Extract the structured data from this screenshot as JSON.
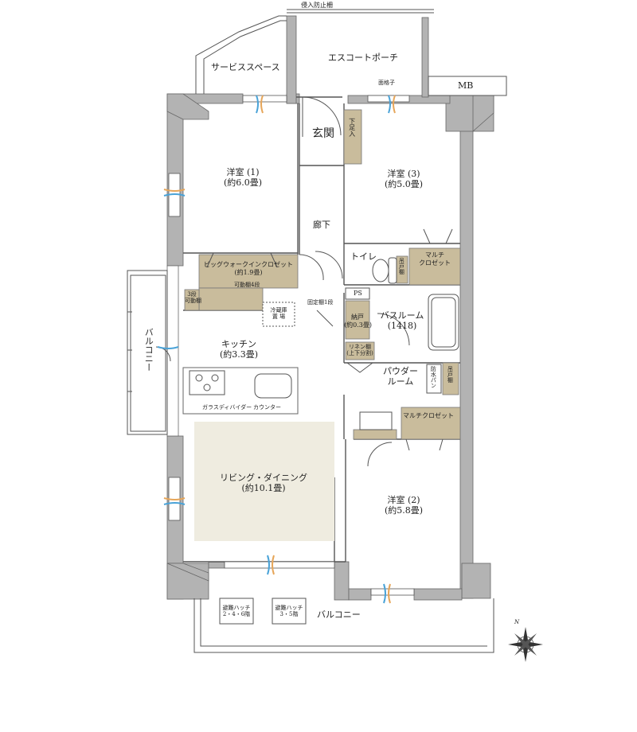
{
  "top_labels": {
    "intrusion_fence": "侵入防止柵",
    "service_space": "サービススペース",
    "escort_porch": "エスコートポーチ",
    "lattice": "面格子",
    "mb": "MB"
  },
  "rooms": {
    "bedroom1": {
      "name": "洋室 (1)",
      "size": "(約6.0畳)"
    },
    "bedroom3": {
      "name": "洋室 (3)",
      "size": "(約5.0畳)"
    },
    "bedroom2": {
      "name": "洋室 (2)",
      "size": "(約5.8畳)"
    },
    "entrance": "玄関",
    "shoe_box": "下足入",
    "hallway": "廊下",
    "toilet": "トイレ",
    "toilet_shelf": "吊戸棚",
    "multi_closet1": {
      "line1": "マルチ",
      "line2": "クロゼット"
    },
    "walk_in_closet": {
      "name": "ビッグウォークインクロゼット",
      "size": "(約1.9畳)",
      "shelf": "可動棚4段"
    },
    "movable_shelf_3": {
      "line1": "3段",
      "line2": "可動棚"
    },
    "ps": "PS",
    "fixed_shelf": "固定棚1段",
    "fridge": {
      "line1": "冷蔵庫",
      "line2": "置 場"
    },
    "storage": {
      "name": "納戸",
      "size": "(約0.3畳)"
    },
    "bathroom": {
      "name": "バスルーム",
      "size": "(1418)"
    },
    "linen": {
      "line1": "リネン棚",
      "line2": "(上下分割)"
    },
    "powder_room": {
      "line1": "パウダー",
      "line2": "ルーム"
    },
    "pan": "防水パン",
    "powder_shelf": "吊戸棚",
    "multi_closet2": "マルチクロゼット",
    "kitchen": {
      "name": "キッチン",
      "size": "(約3.3畳)"
    },
    "glass_divider": "ガラスディバイダー",
    "counter": "カウンター",
    "living": {
      "name": "リビング・ダイニング",
      "size": "(約10.1畳)"
    },
    "balcony_side": "バルコニー",
    "balcony_bottom": "バルコニー",
    "hatch1": {
      "line1": "避難ハッチ",
      "line2": "2・4・6階"
    },
    "hatch2": {
      "line1": "避難ハッチ",
      "line2": "3・5階"
    },
    "compass_n": "N"
  },
  "colors": {
    "wall": "#b3b3b3",
    "storage": "#c9bc9c",
    "living_floor": "#efece0",
    "line": "#555555",
    "window_orange": "#e6a65a",
    "window_blue": "#4aa3d8"
  }
}
